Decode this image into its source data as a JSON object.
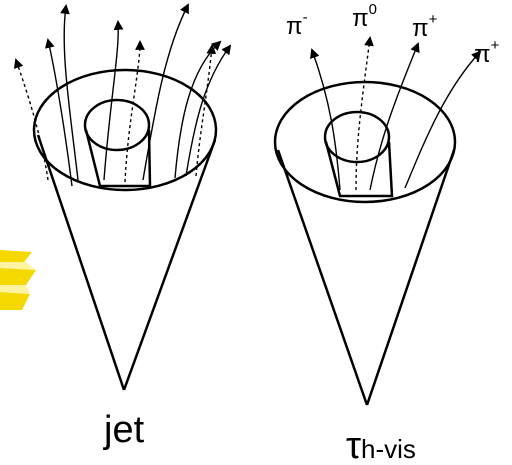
{
  "diagram": {
    "left_cone": {
      "label": "jet"
    },
    "right_cone": {
      "label_symbol": "τ",
      "label_subscript": "h-vis",
      "particles": [
        {
          "symbol": "π",
          "charge": "-"
        },
        {
          "symbol": "π",
          "charge": "0"
        },
        {
          "symbol": "π",
          "charge": "+"
        },
        {
          "symbol": "π",
          "charge": "+"
        }
      ]
    },
    "colors": {
      "lines": "#000000",
      "arrow_accent": "#f5d800",
      "arrow_accent_light": "#fff3a0"
    }
  }
}
